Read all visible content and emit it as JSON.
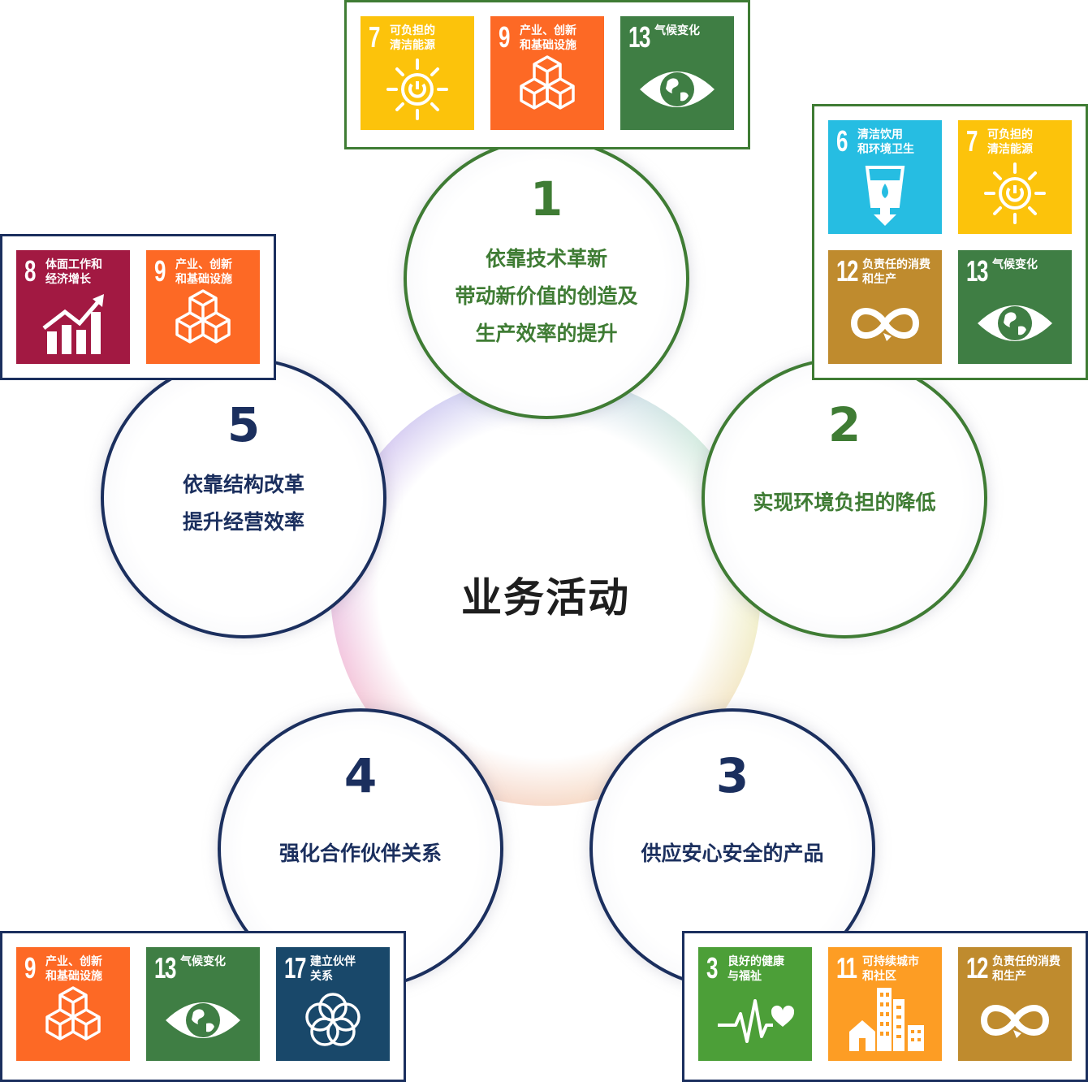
{
  "center": {
    "title": "业务活动"
  },
  "circles": {
    "c1": {
      "number": "1",
      "lines": [
        "依靠技术革新",
        "带动新价值的创造及",
        "生产效率的提升"
      ]
    },
    "c2": {
      "number": "2",
      "lines": [
        "实现环境负担的降低"
      ]
    },
    "c3": {
      "number": "3",
      "lines": [
        "供应安心安全的产品"
      ]
    },
    "c4": {
      "number": "4",
      "lines": [
        "强化合作伙伴关系"
      ]
    },
    "c5": {
      "number": "5",
      "lines": [
        "依靠结构改革",
        "提升经营效率"
      ]
    }
  },
  "sdgs": {
    "g3": {
      "number": "3",
      "label": [
        "良好的健康",
        "与福祉"
      ],
      "color": "#4c9f38",
      "icon": "heartbeat-icon"
    },
    "g6": {
      "number": "6",
      "label": [
        "清洁饮用",
        "和环境卫生"
      ],
      "color": "#26bde2",
      "icon": "water-glass-icon"
    },
    "g7": {
      "number": "7",
      "label": [
        "可负担的",
        "清洁能源"
      ],
      "color": "#fcc30b",
      "icon": "sun-power-icon"
    },
    "g8": {
      "number": "8",
      "label": [
        "体面工作和",
        "经济增长"
      ],
      "color": "#a21942",
      "icon": "growth-chart-icon"
    },
    "g9": {
      "number": "9",
      "label": [
        "产业、创新",
        "和基础设施"
      ],
      "color": "#fd6925",
      "icon": "cubes-icon"
    },
    "g11": {
      "number": "11",
      "label": [
        "可持续城市",
        "和社区"
      ],
      "color": "#fd9d24",
      "icon": "city-icon"
    },
    "g12": {
      "number": "12",
      "label": [
        "负责任的消费",
        "和生产"
      ],
      "color": "#bf8b2e",
      "icon": "infinity-icon"
    },
    "g13": {
      "number": "13",
      "label": [
        "气候变化"
      ],
      "color": "#3f7e44",
      "icon": "earth-eye-icon"
    },
    "g17": {
      "number": "17",
      "label": [
        "建立伙伴",
        "关系"
      ],
      "color": "#19486a",
      "icon": "rings-icon"
    }
  }
}
